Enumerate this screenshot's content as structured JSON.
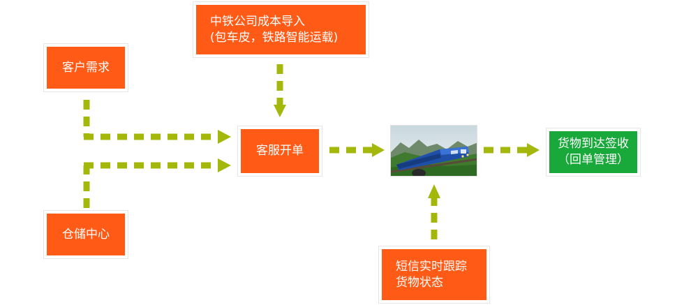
{
  "nodes": {
    "cost_import": {
      "line1": "中铁公司成本导入",
      "line2": "(包车皮，铁路智能运载)"
    },
    "customer_demand": {
      "label": "客户需求"
    },
    "warehouse_center": {
      "label": "仓储中心"
    },
    "service_order": {
      "label": "客服开单"
    },
    "delivery_signoff": {
      "line1": "货物到达签收",
      "line2": "（回单管理）"
    },
    "sms_tracking": {
      "line1": "短信实时跟踪",
      "line2": "货物状态"
    }
  },
  "colors": {
    "box_orange": "#ff5a16",
    "box_green": "#19a83a",
    "arrow": "#a4b80c"
  },
  "image": {
    "subject": "blue-train-photo"
  }
}
